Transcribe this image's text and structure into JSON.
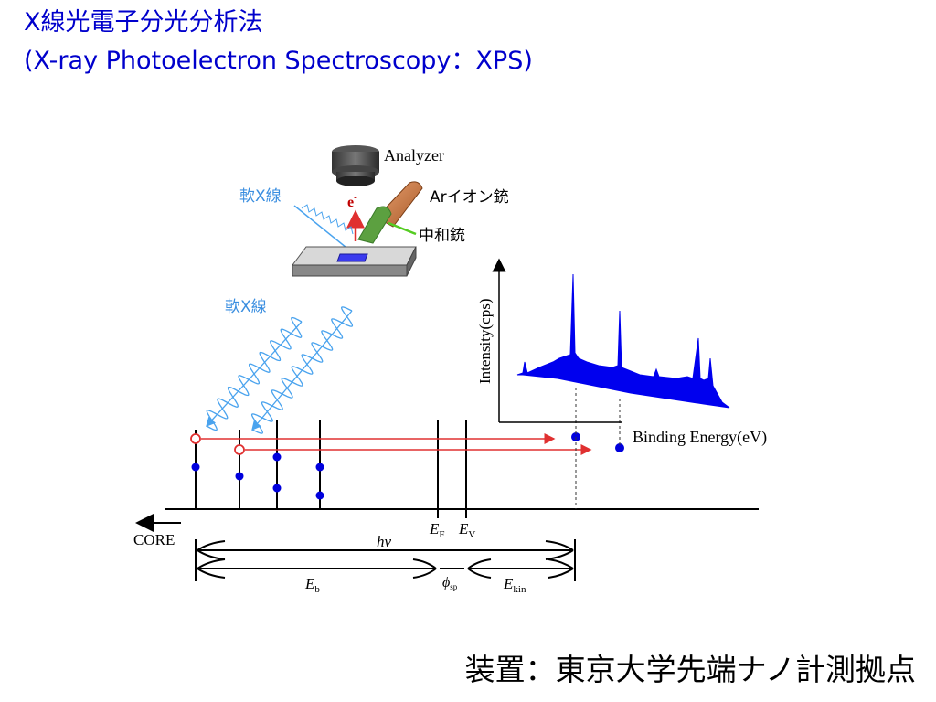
{
  "header": {
    "title_line1": "X線光電子分光分析法",
    "title_line2": "(X-ray Photoelectron Spectroscopy：XPS)"
  },
  "apparatus": {
    "analyzer_label": "Analyzer",
    "electron_label": "e",
    "electron_sup": "-",
    "soft_xray_label": "軟X線",
    "ar_gun_label": "Arイオン銃",
    "neutralizer_label": "中和銃"
  },
  "energy_diagram": {
    "soft_xray_label": "軟X線",
    "core_label": "CORE",
    "ef_label": "E",
    "ef_sub": "F",
    "ev_label": "E",
    "ev_sub": "V",
    "hv_label": "hν",
    "eb_label": "E",
    "eb_sub": "b",
    "phi_label": "ϕ",
    "phi_sub": "sp",
    "ekin_label": "E",
    "ekin_sub": "kin"
  },
  "spectrum": {
    "ylabel": "Intensity(cps)",
    "xlabel": "Binding Energy(eV)",
    "color": "#0000ee"
  },
  "footer": {
    "text": "装置：東京大学先端ナノ計測拠点"
  },
  "colors": {
    "title": "#0000cc",
    "xray": "#4aa3ee",
    "photoelectron_arrow": "#e03030",
    "electron": "#0000dd"
  }
}
